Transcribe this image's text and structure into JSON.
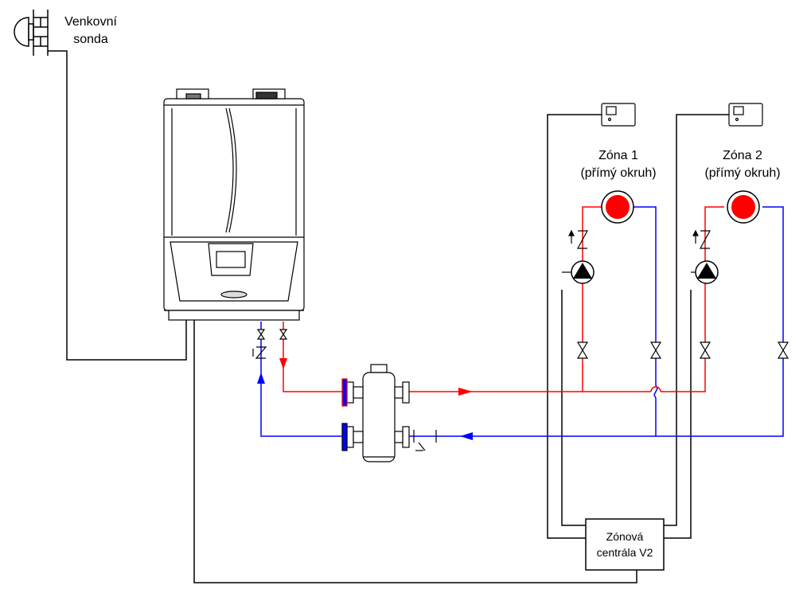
{
  "labels": {
    "outdoor_sensor_line1": "Venkovní",
    "outdoor_sensor_line2": "sonda",
    "zone1_title": "Zóna 1",
    "zone1_subtitle": "(přímý okruh)",
    "zone2_title": "Zóna 2",
    "zone2_subtitle": "(přímý okruh)",
    "control_unit_line1": "Zónová",
    "control_unit_line2": "centrála V2"
  },
  "colors": {
    "supply": "#ff0000",
    "return": "#0000ff",
    "wiring": "#000000",
    "radiator": "#ff0000"
  },
  "icons": {
    "pump": "pump-icon",
    "valve": "ball-valve-icon",
    "check_valve": "check-valve-icon",
    "radiator": "radiator-icon",
    "thermostat": "room-thermostat-icon",
    "sensor": "outdoor-sensor-icon"
  }
}
